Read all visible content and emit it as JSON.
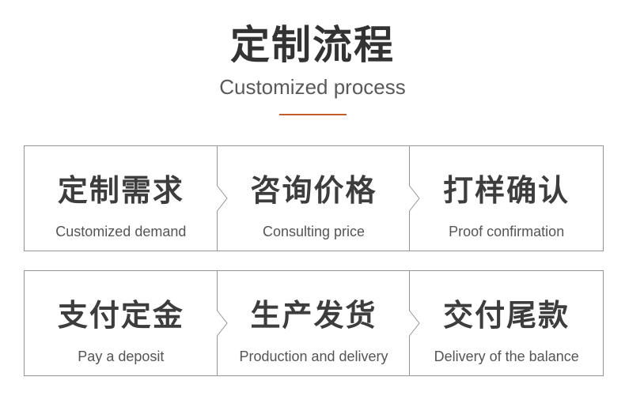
{
  "header": {
    "title": "定制流程",
    "subtitle": "Customized process"
  },
  "colors": {
    "accent_underline": "#c05f2a",
    "box_border": "#949494",
    "title_text": "#333333",
    "step_cn_text": "#3d3d3d",
    "step_en_text": "#555555"
  },
  "process": {
    "rows": [
      {
        "steps": [
          {
            "cn": "定制需求",
            "en": "Customized demand"
          },
          {
            "cn": "咨询价格",
            "en": "Consulting price"
          },
          {
            "cn": "打样确认",
            "en": "Proof confirmation"
          }
        ]
      },
      {
        "steps": [
          {
            "cn": "支付定金",
            "en": "Pay a deposit"
          },
          {
            "cn": "生产发货",
            "en": "Production and delivery"
          },
          {
            "cn": "交付尾款",
            "en": "Delivery of the balance"
          }
        ]
      }
    ]
  }
}
